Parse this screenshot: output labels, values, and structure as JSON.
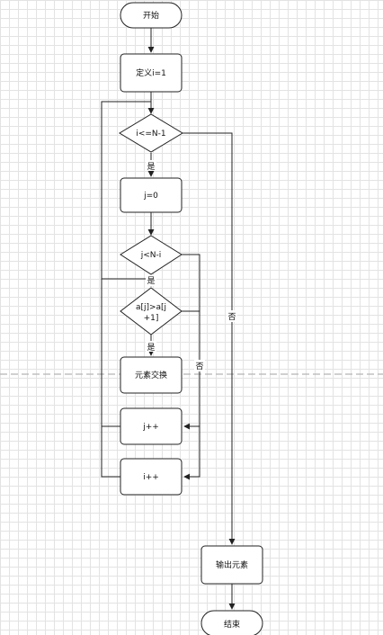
{
  "flowchart": {
    "nodes": {
      "start": "开始",
      "define_i": "定义i=1",
      "cond_outer": "i<=N-1",
      "init_j": "j=0",
      "cond_inner": "j<N-i",
      "compare_line1": "a[j]>a[j",
      "compare_line2": "+1]",
      "swap": "元素交换",
      "inc_j": "j++",
      "inc_i": "i++",
      "output": "输出元素",
      "end": "结束"
    },
    "edge_labels": {
      "outer_yes": "是",
      "inner_yes": "是",
      "compare_yes": "是",
      "inner_no": "否",
      "outer_no": "否"
    }
  }
}
